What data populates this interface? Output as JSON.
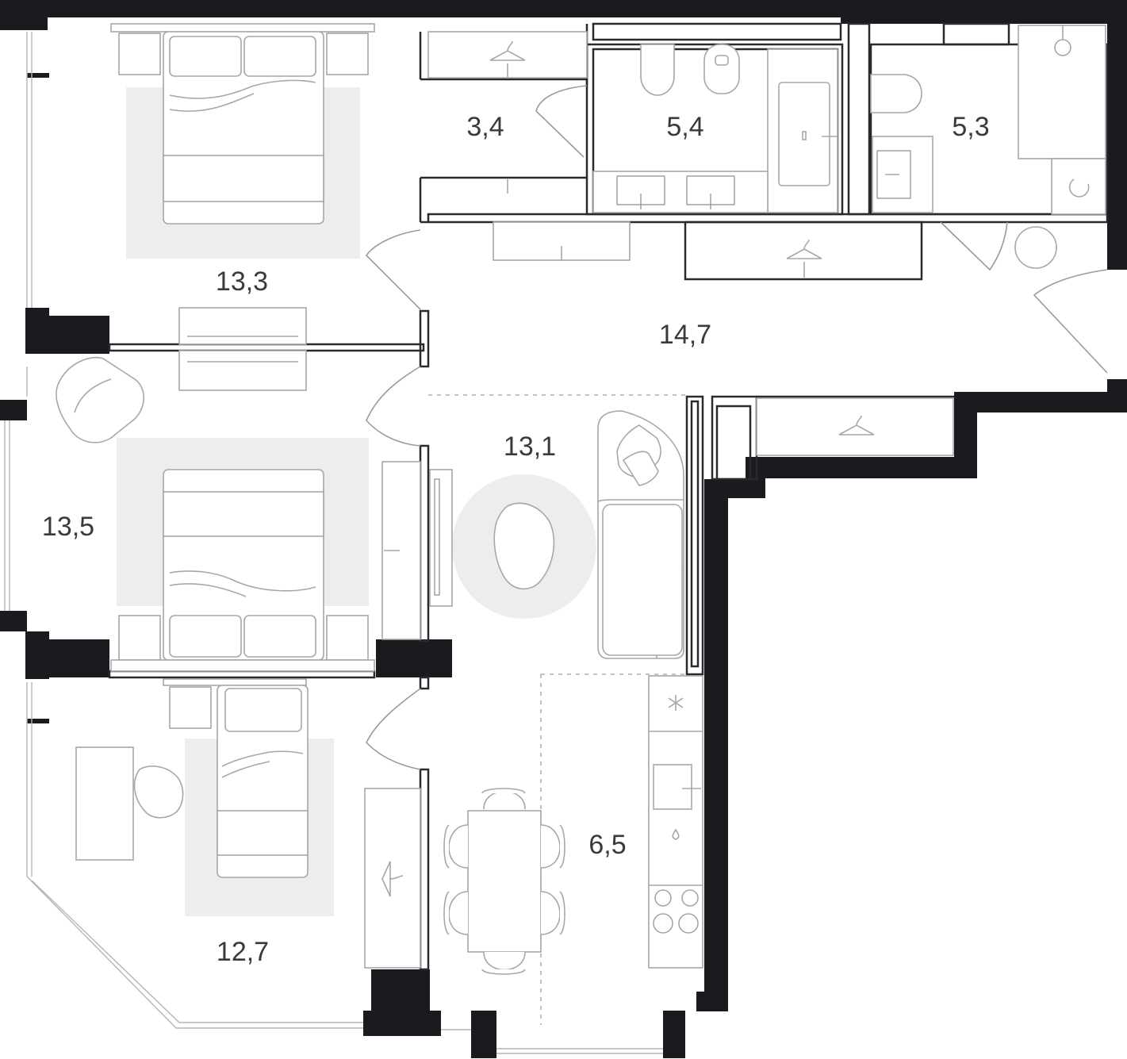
{
  "rooms": [
    {
      "id": "bedroom-1",
      "area": "13,3"
    },
    {
      "id": "wardrobe",
      "area": "3,4"
    },
    {
      "id": "bathroom",
      "area": "5,4"
    },
    {
      "id": "wc-laundry",
      "area": "5,3"
    },
    {
      "id": "hallway",
      "area": "14,7"
    },
    {
      "id": "living-room",
      "area": "13,1"
    },
    {
      "id": "bedroom-2",
      "area": "13,5"
    },
    {
      "id": "kitchen",
      "area": "6,5"
    },
    {
      "id": "bedroom-3",
      "area": "12,7"
    }
  ],
  "colors": {
    "wall": "#1b1a1f",
    "furniture": "#a7a7a7",
    "rug": "#ededed",
    "label": "#3a3a3e"
  },
  "icons": [
    "hanger-icon",
    "snowflake-icon",
    "drop-icon",
    "spin-icon"
  ]
}
